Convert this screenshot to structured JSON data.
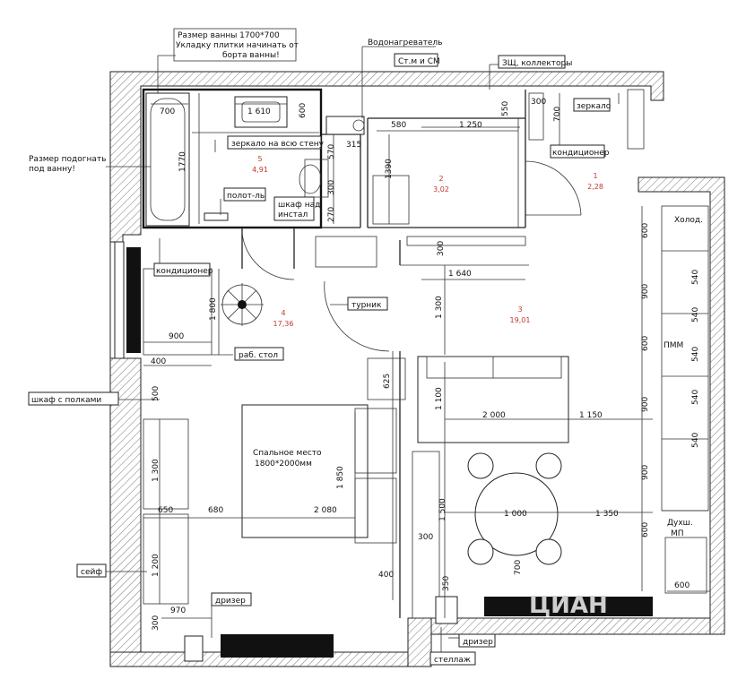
{
  "rooms": [
    {
      "num": "1",
      "area": "2,28"
    },
    {
      "num": "2",
      "area": "3,02"
    },
    {
      "num": "3",
      "area": "19,01"
    },
    {
      "num": "4",
      "area": "17,36"
    },
    {
      "num": "5",
      "area": "4,91"
    }
  ],
  "callouts": {
    "bath_size": [
      "Размер ванны 1700*700",
      "Укладку плитки начинать от",
      "борта ванны!"
    ],
    "water_heater": "Водонагреватель",
    "water_heater_tag": "Ст.м и СМ",
    "shield_collectors": "ЗЩ, коллекторы",
    "mirror_entrance": "зеркало",
    "ac_entrance": "кондиционер",
    "fit_to_bath": [
      "Размер подогнать",
      "под ванну!"
    ],
    "mirror_wall": "зеркало на всю стену",
    "towel": "полот-ль",
    "cabinet_install": [
      "шкаф над",
      "инстал"
    ],
    "ac_room": "кондиционер",
    "bar": "турник",
    "work_table": "раб. стол",
    "shelf_cabinet": "шкаф с полками",
    "safe": "сейф",
    "riser_left": "дризер",
    "riser_right": "дризер",
    "rack": "стеллаж",
    "fridge": "Холод.",
    "dishwasher": "ПММ",
    "oven": [
      "Духш.",
      "МП"
    ],
    "sleep_area": [
      "Спальное место",
      "1800*2000мм"
    ]
  },
  "dims": {
    "d700_bath": "700",
    "d610": "1 610",
    "d600_sink": "600",
    "d1770": "1770",
    "d580": "580",
    "d1250": "1 250",
    "d550": "550",
    "d300_ent": "300",
    "d700_ent": "700",
    "d315": "315",
    "d570": "570",
    "d1390": "1390",
    "d300_inst": "300",
    "d270": "270",
    "d300_corr": "300",
    "d1640": "1 640",
    "d1800": "1 800",
    "d900_desk": "900",
    "d400_desk": "400",
    "d1300_mid": "1 300",
    "d625": "625",
    "d500_cab": "500",
    "d1100": "1 100",
    "d2000": "2 000",
    "d1150": "1 150",
    "d1300_cab": "1 300",
    "d1850": "1 850",
    "d650": "650",
    "d680": "680",
    "d2080": "2 080",
    "d1500": "1 500",
    "d1000": "1 000",
    "d1350": "1 350",
    "d300_bed": "300",
    "d1200": "1 200",
    "d400_bed": "400",
    "d350": "350",
    "d700_table": "700",
    "d970": "970",
    "d300_bot": "300",
    "d600_k1": "600",
    "d900_k1": "900",
    "d600_k2": "600",
    "d900_k2": "900",
    "d900_k3": "900",
    "d600_k4": "600",
    "d540_1": "540",
    "d540_2": "540",
    "d540_3": "540",
    "d540_4": "540",
    "d540_5": "540",
    "d600_bot": "600"
  },
  "watermark": "ЦИАН",
  "colors": {
    "wall_line": "#222222",
    "area_label": "#c0392b"
  }
}
